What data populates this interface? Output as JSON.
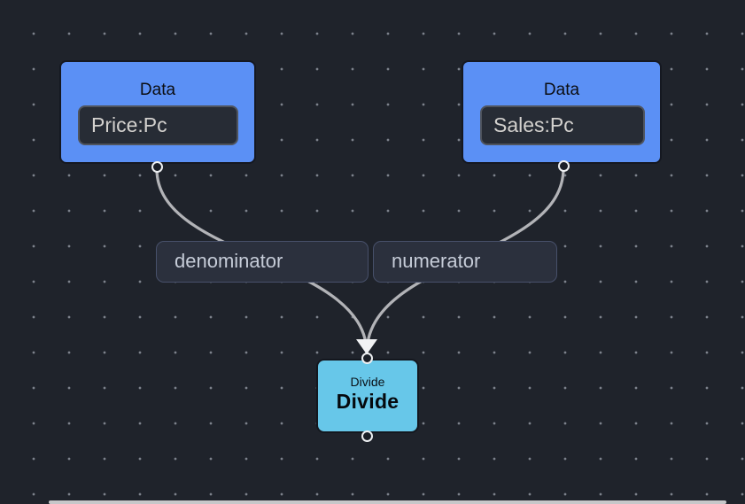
{
  "app": {
    "type": "node-flow-editor-canvas"
  },
  "colors": {
    "canvas_background": "#1f232b",
    "grid_dot": "#7d828c",
    "data_node_fill": "#5b90f5",
    "divide_node_fill": "#67c7e9",
    "field_box_fill": "#272c35",
    "edge_stroke": "#b2b3b7",
    "edge_label_fill": "#2b303d",
    "edge_label_border": "#47506a",
    "arrowhead": "#f1f2f4",
    "handle_ring": "#edeff1",
    "scrollbar": "#c6c7c9"
  },
  "nodes": [
    {
      "id": "data-1",
      "title": "Data",
      "field_value": "Price:Pc"
    },
    {
      "id": "data-2",
      "title": "Data",
      "field_value": "Sales:Pc"
    },
    {
      "id": "divide",
      "type_label": "Divide",
      "name": "Divide"
    }
  ],
  "edges": [
    {
      "label": "denominator",
      "from": "data-1",
      "to": "divide"
    },
    {
      "label": "numerator",
      "from": "data-2",
      "to": "divide"
    }
  ]
}
